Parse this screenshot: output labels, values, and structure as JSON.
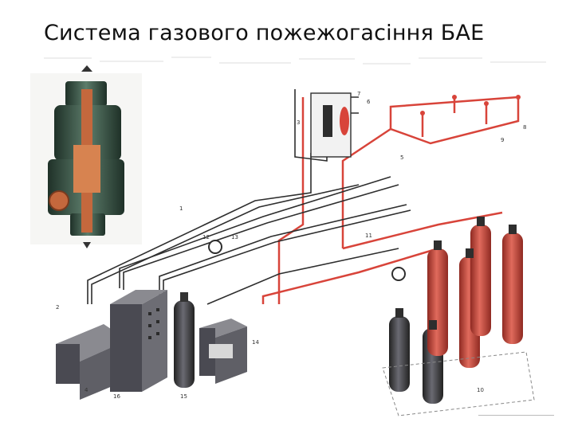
{
  "slide": {
    "title": "Система газового пожежогасіння БАЕ"
  },
  "colors": {
    "pipe_red": "#d8443a",
    "pipe_dark": "#2e2e2e",
    "cylinder_red": "#c9443a",
    "cylinder_dark": "#4a4a52",
    "valve_green": "#3f5a4c",
    "valve_copper": "#c4683d",
    "cabinet_grey": "#6d6d74",
    "background": "#ffffff"
  },
  "icons": [
    "valve-cutaway-icon",
    "gas-cylinder-icon",
    "control-cabinet-icon",
    "pressure-gauge-icon",
    "nozzle-icon"
  ],
  "diagram": {
    "labels": [
      "1",
      "2",
      "3",
      "4",
      "5",
      "6",
      "7",
      "8",
      "9",
      "10",
      "11",
      "12",
      "13",
      "14",
      "15",
      "16"
    ]
  }
}
